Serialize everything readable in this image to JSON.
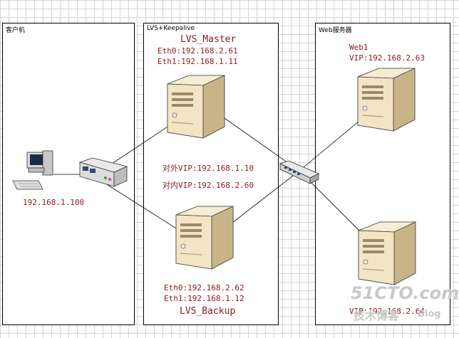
{
  "panels": {
    "client": {
      "title": "客户机"
    },
    "lvs": {
      "title": "LVS+Keepalive"
    },
    "web": {
      "title": "Web服务器"
    }
  },
  "client": {
    "ip": "192.168.1.100"
  },
  "lvs_master": {
    "name": "LVS_Master",
    "eth0": "Eth0:192.168.2.61",
    "eth1": "Eth1:192.168.1.11"
  },
  "lvs_backup": {
    "name": "LVS_Backup",
    "eth0": "Eth0:192.168.2.62",
    "eth1": "Eth1:192.168.1.12"
  },
  "vip": {
    "external": "对外VIP:192.168.1.10",
    "internal": "对内VIP:192.168.2.60"
  },
  "web1": {
    "name": "Web1",
    "vip": "VIP:192.168.2.63"
  },
  "web2": {
    "vip": "VIP:192.168.2.64"
  },
  "watermark": {
    "site": "51CTO.com",
    "sub": "技术博客",
    "blog": "Blog"
  },
  "colors": {
    "label": "#8b1a1a",
    "server_body": "#f3e4c4",
    "server_side": "#c9b48a",
    "watermark": "#c8c8c8"
  }
}
